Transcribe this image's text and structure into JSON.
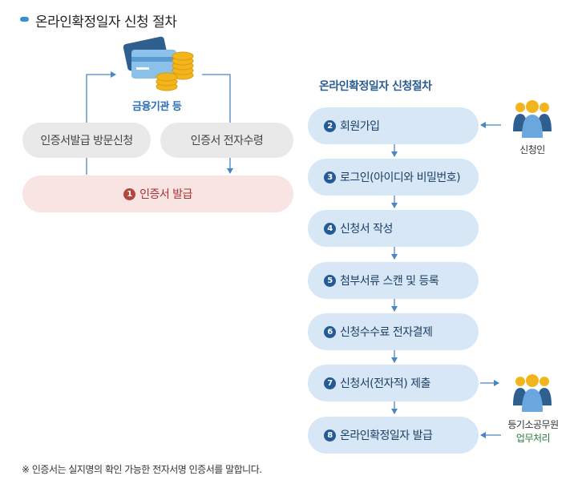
{
  "title": "온라인확정일자 신청 절차",
  "left": {
    "institution_label": "금융기관 등",
    "visit_label": "인증서발급 방문신청",
    "electronic_label": "인증서 전자수령",
    "issue_number": "1",
    "issue_label": "인증서 발급"
  },
  "right": {
    "process_title": "온라인확정일자 신청절차",
    "steps": [
      {
        "num": "2",
        "label": "회원가입"
      },
      {
        "num": "3",
        "label": "로그인(아이디와 비밀번호)"
      },
      {
        "num": "4",
        "label": "신청서 작성"
      },
      {
        "num": "5",
        "label": "첨부서류 스캔 및 등록"
      },
      {
        "num": "6",
        "label": "신청수수료 전자결제"
      },
      {
        "num": "7",
        "label": "신청서(전자적) 제출"
      },
      {
        "num": "8",
        "label": "온라인확정일자 발급"
      }
    ],
    "applicant_label": "신청인",
    "official_label": "등기소공무원",
    "official_sub": "업무처리"
  },
  "footnote": "※ 인증서는 실지명의 확인 가능한 전자서명 인증서를 말합니다.",
  "colors": {
    "accent_blue": "#3b8fd0",
    "step_bg": "#d7e7f6",
    "issue_bg": "#f9e4e4",
    "issue_text": "#a83232",
    "gray_pill": "#e9e9e9"
  },
  "icons": [
    "card-coins-icon",
    "person-group-icon",
    "arrow-icon"
  ]
}
